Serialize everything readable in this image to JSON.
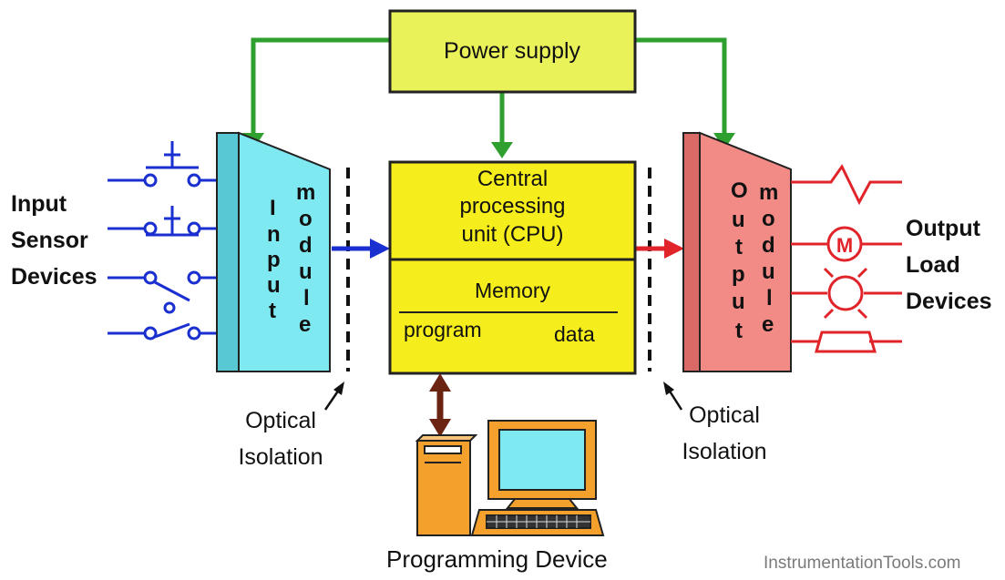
{
  "power_supply": {
    "label": "Power supply"
  },
  "input_module": {
    "word1": [
      "I",
      "n",
      "p",
      "u",
      "t"
    ],
    "word2": [
      "m",
      "o",
      "d",
      "u",
      "l",
      "e"
    ]
  },
  "output_module": {
    "word1": [
      "O",
      "u",
      "t",
      "p",
      "u",
      "t"
    ],
    "word2": [
      "m",
      "o",
      "d",
      "u",
      "l",
      "e"
    ]
  },
  "cpu": {
    "title_lines": [
      "Central",
      "processing",
      "unit (CPU)"
    ],
    "memory_label": "Memory",
    "program_label": "program",
    "data_label": "data"
  },
  "input_devices": {
    "lines": [
      "Input",
      "Sensor",
      "Devices"
    ]
  },
  "output_devices": {
    "lines": [
      "Output",
      "Load",
      "Devices"
    ],
    "motor_symbol": "M"
  },
  "optical_isolation_left": {
    "lines": [
      "Optical",
      "Isolation"
    ]
  },
  "optical_isolation_right": {
    "lines": [
      "Optical",
      "Isolation"
    ]
  },
  "programming_device": {
    "label": "Programming Device"
  },
  "watermark": "InstrumentationTools.com",
  "colors": {
    "power_supply": "#eaf25a",
    "cpu": "#f5ee1c",
    "input_module": "#7fe9f2",
    "output_module": "#f28b86",
    "power_wire": "#2fa02f",
    "input_wiring": "#1a2fd0",
    "output_wiring": "#e0242a",
    "computer": "#f3a12c",
    "link_arrow": "#6b2412"
  }
}
